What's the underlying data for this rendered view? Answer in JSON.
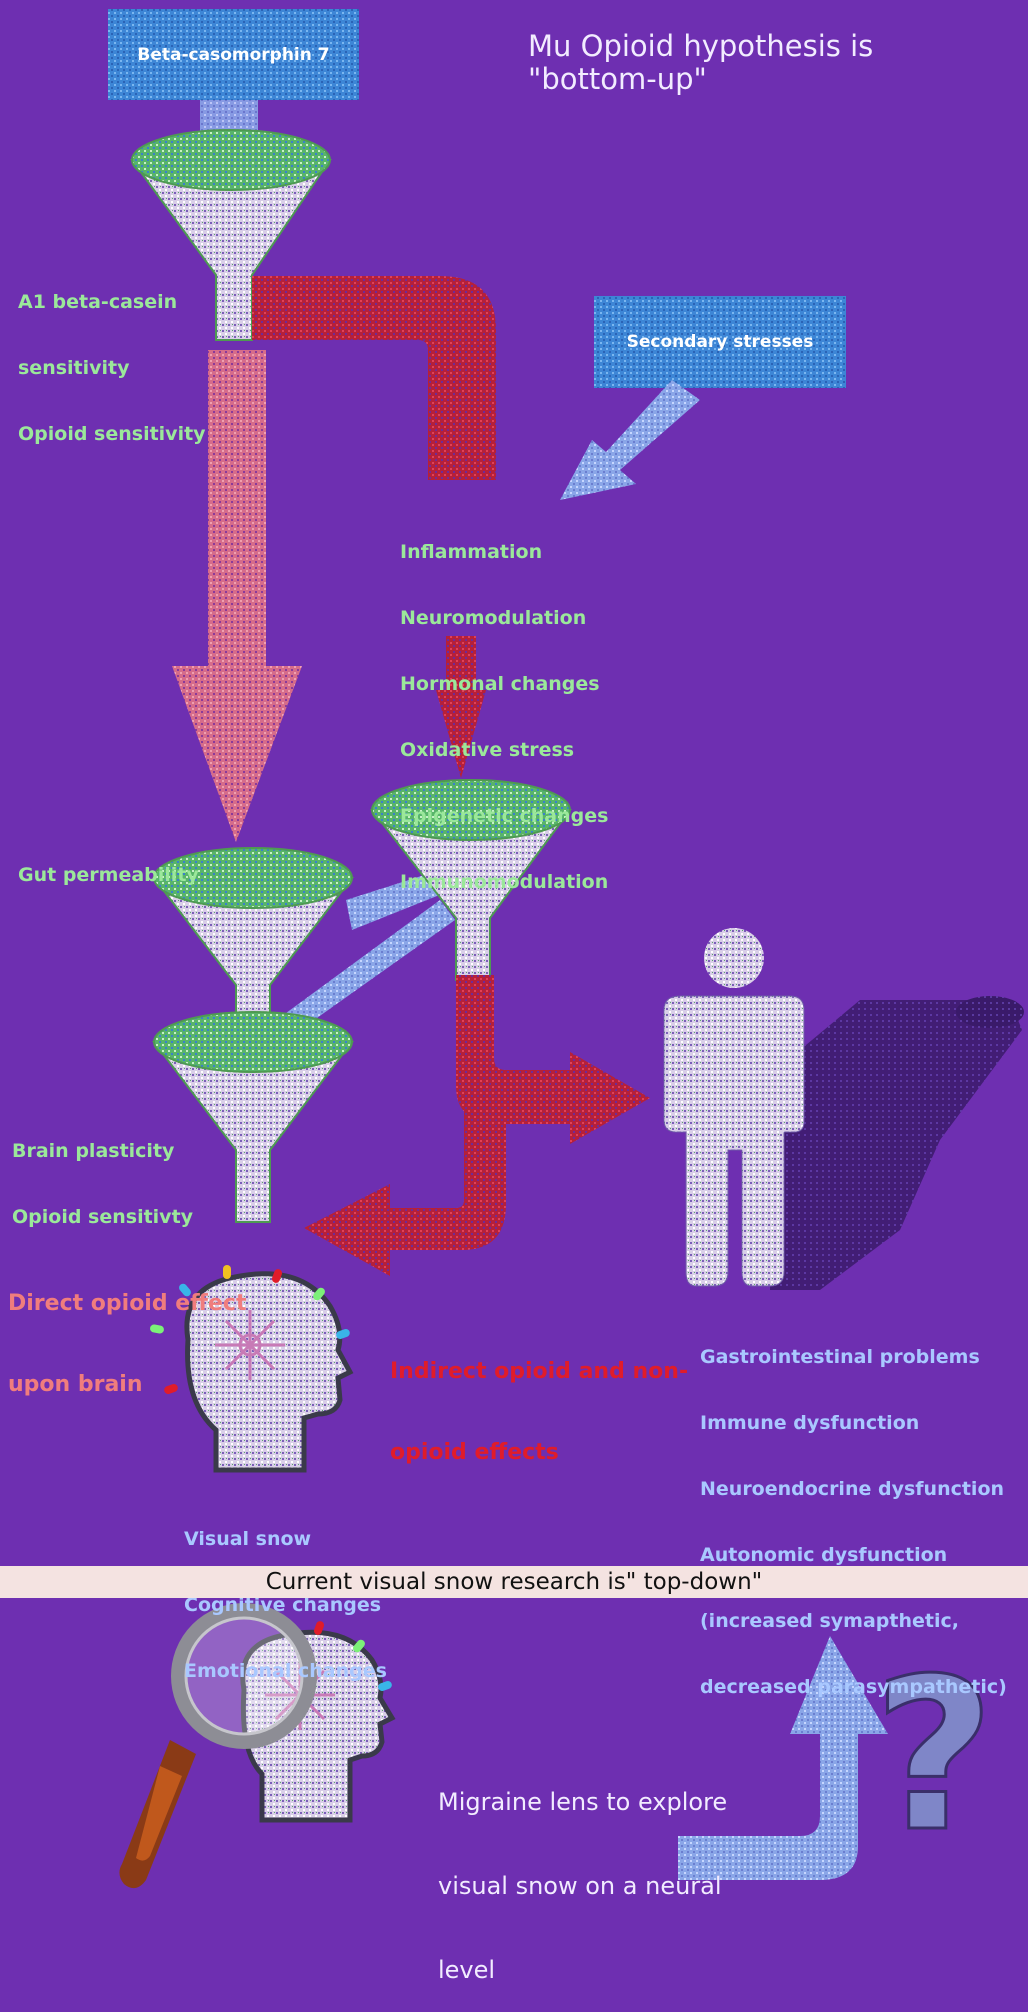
{
  "header": {
    "title_line1": "Mu Opioid hypothesis is",
    "title_line2": "\"bottom-up\""
  },
  "boxes": {
    "beta_casomorphin": "Beta-casomorphin 7",
    "secondary_stresses": "Secondary stresses"
  },
  "labels": {
    "a1_sensitivity": [
      "A1 beta-casein",
      "sensitivity",
      "Opioid sensitivity"
    ],
    "mechanisms": [
      "Inflammation",
      "Neuromodulation",
      "Hormonal changes",
      "Oxidative stress",
      "Epigenetic changes",
      "Immunomodulation"
    ],
    "gut_permeability": "Gut permeability",
    "brain_plasticity": [
      "Brain plasticity",
      "Opioid sensitivty"
    ],
    "direct_effect": [
      "Direct opioid effect",
      "upon brain"
    ],
    "indirect_effect": [
      "Indirect opioid and non-",
      "opioid effects"
    ],
    "body_effects": [
      "Gastrointestinal problems",
      "Immune dysfunction",
      "Neuroendocrine dysfunction",
      "Autonomic dysfunction",
      "(increased symapthetic,",
      "decreased parasympathetic)"
    ],
    "brain_effects": [
      "Visual snow",
      "Cognitive changes",
      "Emotional changes"
    ]
  },
  "banner": "Current visual snow research is\" top-down\"",
  "footer": {
    "migraine_lens": [
      "Migraine lens to explore",
      "visual snow on a neural",
      "level"
    ],
    "question_mark": "?"
  },
  "colors": {
    "background": "#6e2fb1",
    "label_green": "#9be89a",
    "label_blue": "#a9c8ff",
    "direct_effect": "#f07d7d",
    "indirect_effect": "#e01c2a",
    "box_blue": "#3f88d8",
    "banner_bg": "#f4e3e1"
  },
  "icons": {
    "funnel": "funnel-icon",
    "person": "person-icon",
    "head": "head-brain-icon",
    "magnifier": "magnifier-icon",
    "arrow_up": "arrow-up-icon",
    "question": "question-mark-icon"
  }
}
